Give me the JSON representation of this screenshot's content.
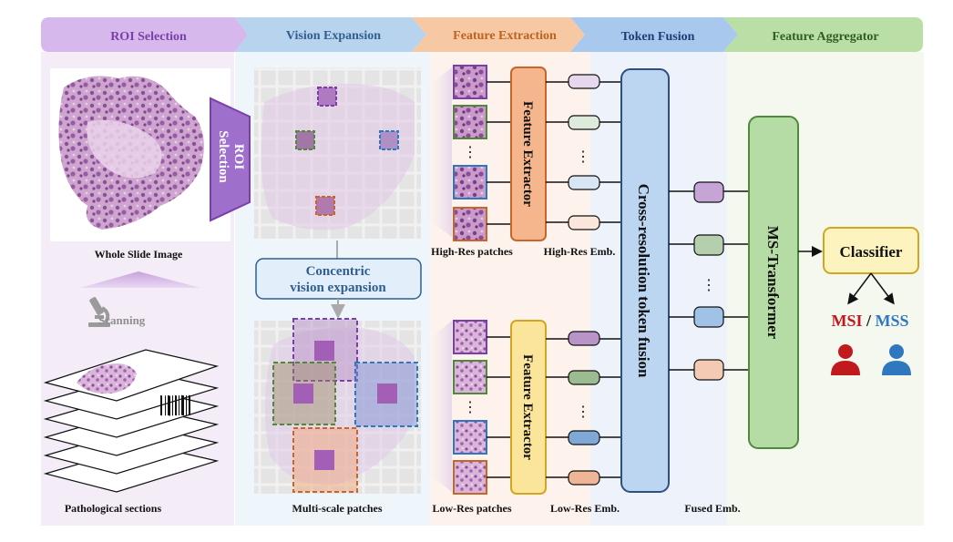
{
  "stages": [
    {
      "label": "ROI Selection",
      "color": "#d6b8ec",
      "text_color": "#7a3fa8"
    },
    {
      "label": "Vision Expansion",
      "color": "#b8d3ee",
      "text_color": "#2f5f8f"
    },
    {
      "label": "Feature Extraction",
      "color": "#f6c8a4",
      "text_color": "#c0621d"
    },
    {
      "label": "Token Fusion",
      "color": "#a9c8ee",
      "text_color": "#1f3d73"
    },
    {
      "label": "Feature Aggregator",
      "color": "#b9dea6",
      "text_color": "#2f5f1c"
    }
  ],
  "roi": {
    "wsi_label": "Whole Slide Image",
    "scanning_label": "Scanning",
    "sections_label": "Pathological sections",
    "roi_box_label_line1": "ROI",
    "roi_box_label_line2": "Selection"
  },
  "vision": {
    "expansion_label_line1": "Concentric",
    "expansion_label_line2": "vision expansion",
    "multiscale_label": "Multi-scale patches"
  },
  "features": {
    "highres_patches_label": "High-Res patches",
    "highres_emb_label": "High-Res Emb.",
    "lowres_patches_label": "Low-Res patches",
    "lowres_emb_label": "Low-Res Emb.",
    "extractor_label": "Feature Extractor",
    "ellipsis": "⋮"
  },
  "fusion": {
    "token_fusion_label": "Cross-resolution token fusion",
    "fused_emb_label": "Fused Emb."
  },
  "aggregator": {
    "transformer_label": "MS-Transformer",
    "classifier_label": "Classifier",
    "msi_label": "MSI",
    "slash": " / ",
    "mss_label": "MSS"
  },
  "colors": {
    "purple": "#7a3fa8",
    "green": "#4f8a3a",
    "blue": "#2f78c0",
    "orange": "#c8662a",
    "msi_red": "#c0191e",
    "mss_blue": "#2f78c0"
  },
  "icons": [
    "microscope-icon",
    "person-icon"
  ]
}
